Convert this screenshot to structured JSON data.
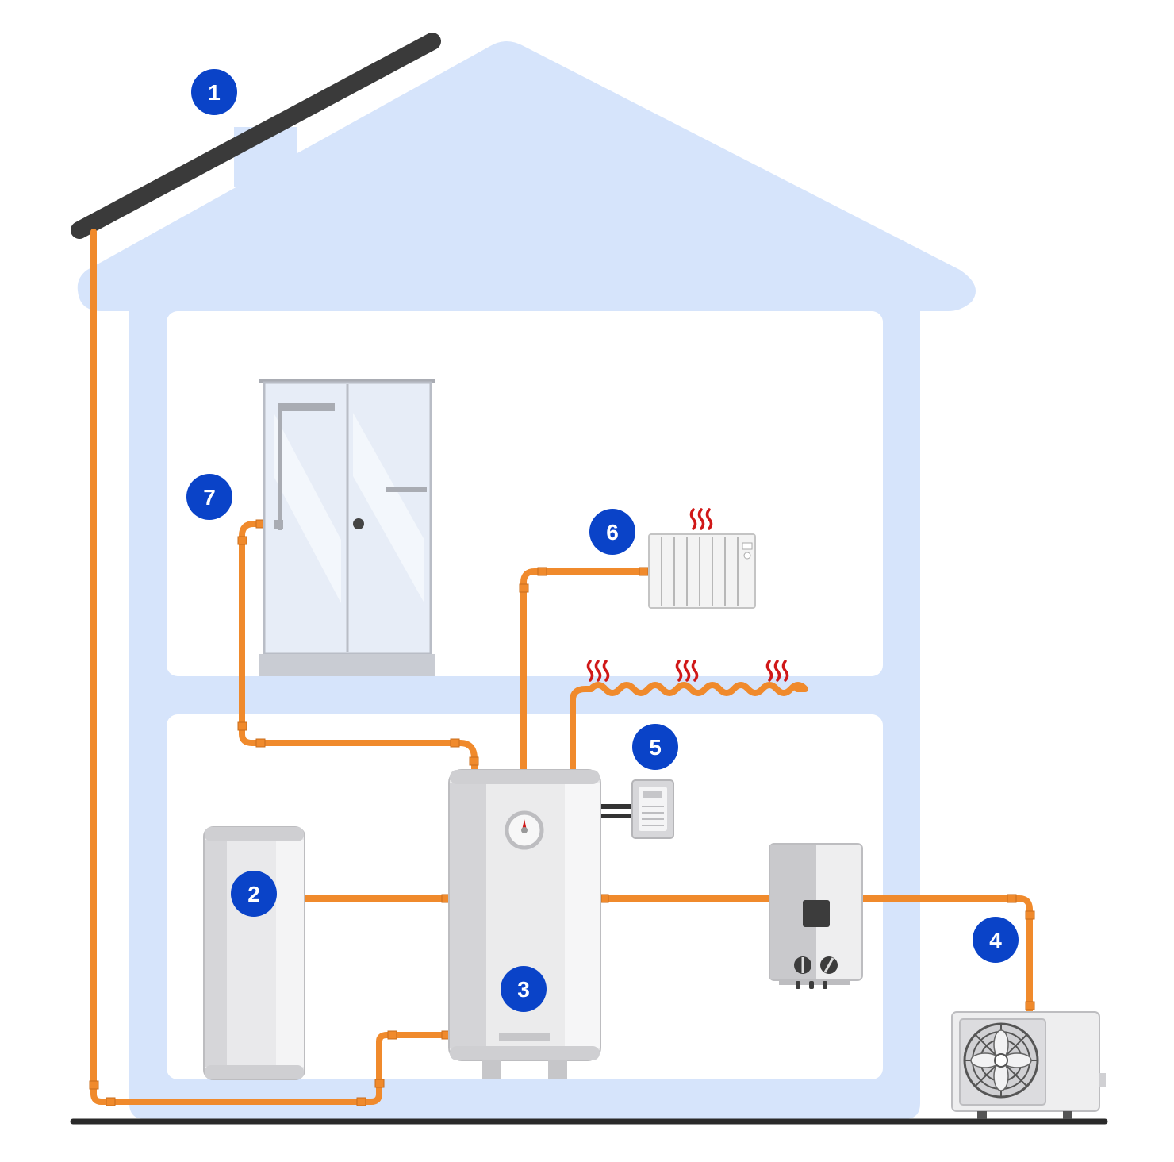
{
  "colors": {
    "house": "#d6e4fb",
    "pipe": "#f08a2c",
    "badge": "#0a43c8",
    "ground": "#2a2a2a",
    "heat_waves": "#d01818"
  },
  "badges": [
    {
      "id": "solar-panel",
      "label": "1"
    },
    {
      "id": "storage-tank",
      "label": "2"
    },
    {
      "id": "main-boiler",
      "label": "3"
    },
    {
      "id": "heat-pump",
      "label": "4"
    },
    {
      "id": "controller",
      "label": "5"
    },
    {
      "id": "radiator",
      "label": "6"
    },
    {
      "id": "shower",
      "label": "7"
    }
  ]
}
